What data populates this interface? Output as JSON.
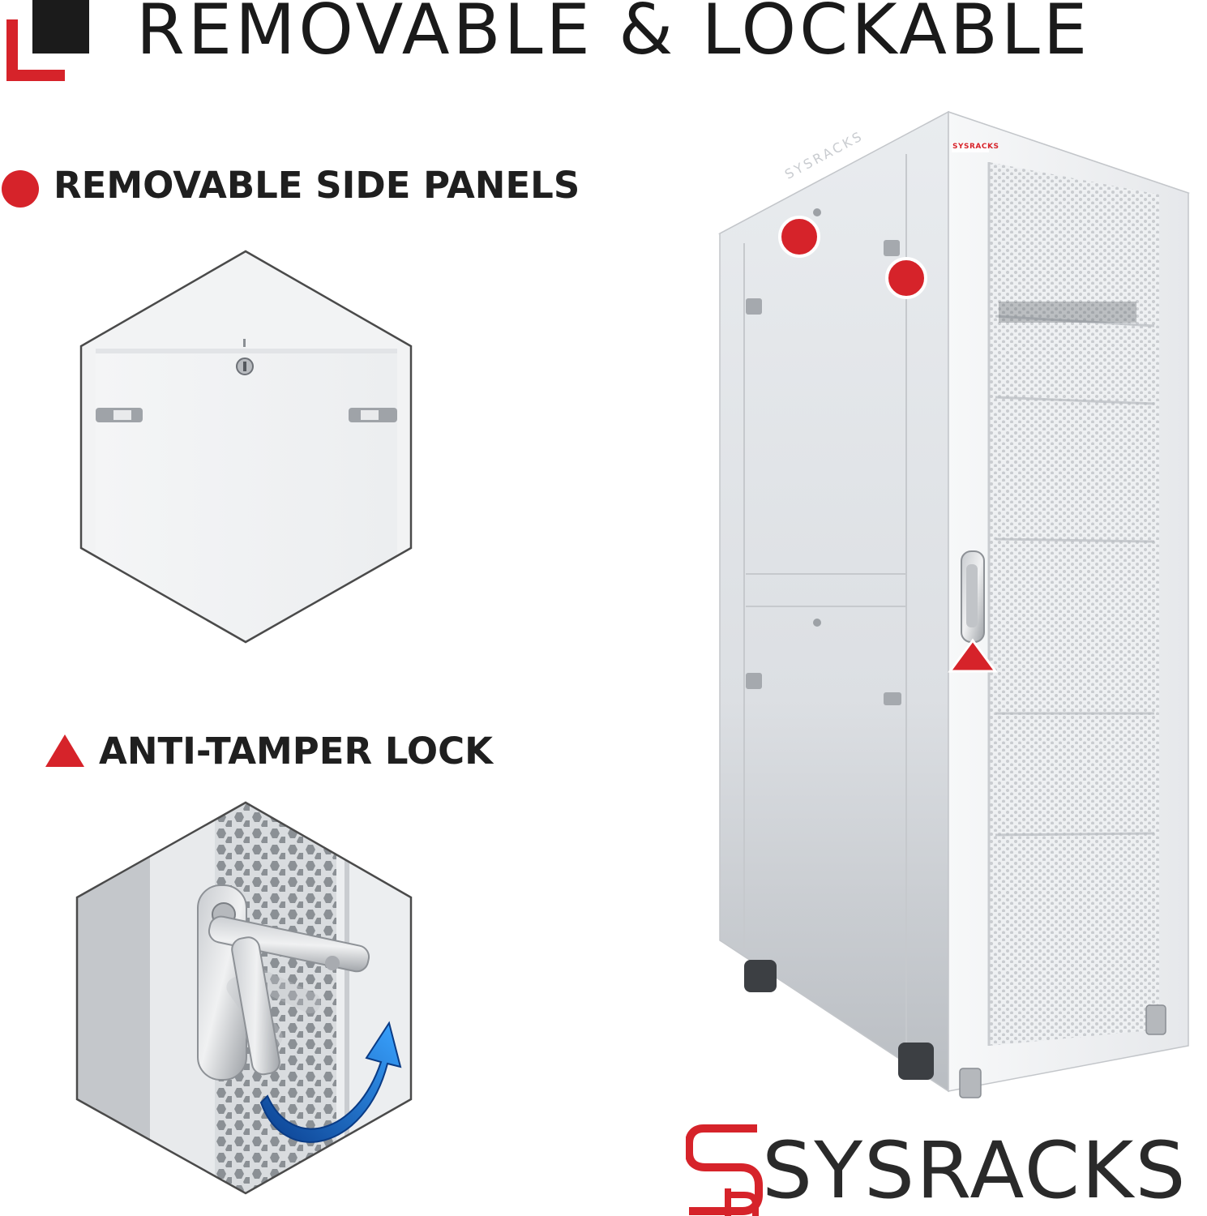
{
  "header": {
    "title": "REMOVABLE & LOCKABLE"
  },
  "features": [
    {
      "label": "REMOVABLE SIDE PANELS",
      "marker": "red-circle"
    },
    {
      "label": "ANTI-TAMPER LOCK",
      "marker": "red-triangle"
    }
  ],
  "product": {
    "cabinet_badge": "SYSRACKS",
    "side_panel_text": "SYSRACKS"
  },
  "brand": {
    "name": "SYSRACKS"
  },
  "colors": {
    "accent": "#d6232a",
    "dark": "#1f1f1f",
    "cabinet": "#e9ebee",
    "arrow": "#1e6fd0"
  },
  "icons": {
    "logo_mark": "corner-squares-logo",
    "circle_marker": "red-circle-marker",
    "triangle_marker": "red-triangle-marker",
    "rotate_arrow": "curved-arrow-icon"
  }
}
